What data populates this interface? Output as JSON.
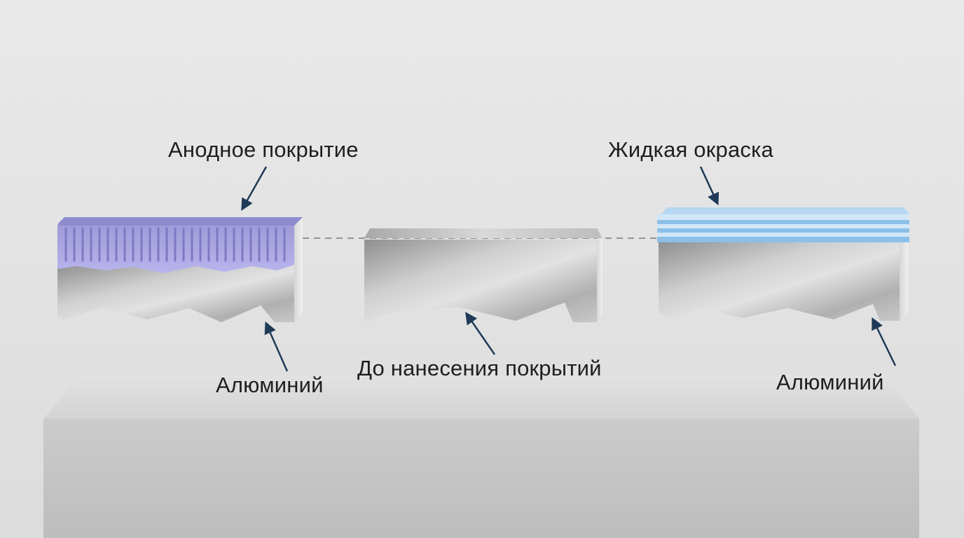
{
  "labels": {
    "anodic_coating": "Анодное покрытие",
    "liquid_paint": "Жидкая окраска",
    "before_coating": "До нанесения покрытий",
    "aluminum_left": "Алюминий",
    "aluminum_right": "Алюминий"
  },
  "colors": {
    "background": "#e5e5e5",
    "anodic_layer": "#a7a4e0",
    "paint_layer": "#9cc6ea",
    "metal": "#b9b9b9",
    "arrow": "#1f3a57",
    "pedestal": "#cfcfcf"
  },
  "icons": {
    "arrow": "arrow-icon"
  }
}
